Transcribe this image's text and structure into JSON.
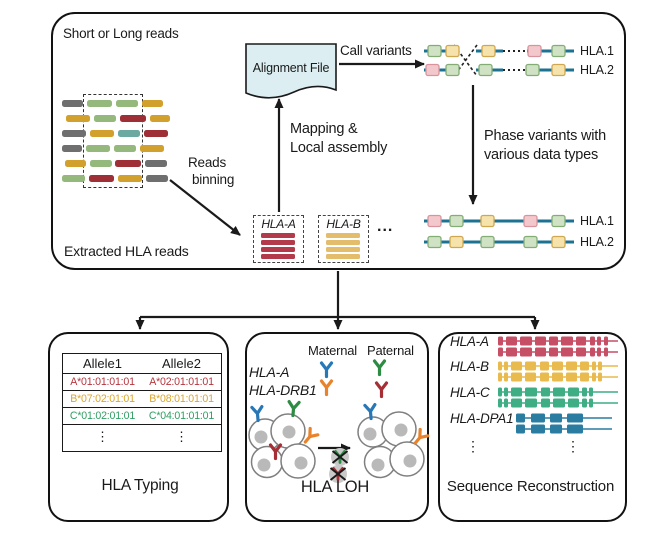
{
  "palette": {
    "ink": "#1a1a1a",
    "read_gray": "#6f6f6f",
    "read_green": "#95b87d",
    "read_gold": "#d2a02c",
    "read_crimson": "#9e2f36",
    "read_teal": "#6ca9a1",
    "hap_line": "#1e7291",
    "variant_green_fill": "#cfe2c3",
    "variant_green_stroke": "#84ad76",
    "variant_gold_fill": "#f6e3ac",
    "variant_gold_stroke": "#d0a751",
    "variant_pink_fill": "#f3c8cc",
    "variant_pink_stroke": "#d8939e",
    "doc_fill": "#dceef1",
    "bin_crimson": "#b23a4a",
    "bin_gold": "#e3bd6c",
    "seq_crimson": "#c64f66",
    "seq_gold": "#e9ba4d",
    "seq_green": "#3fae85",
    "seq_blue": "#2a7ca0",
    "ab_blue": "#2878b8",
    "ab_green": "#2e8b44",
    "ab_orange": "#e8822b",
    "ab_red": "#a52f34",
    "type_crimson": "#b5343c",
    "type_gold": "#d9a62e",
    "type_green": "#2f9e62",
    "cell_stroke": "#7f7f7f",
    "nucleus_gray": "#b9b9b9"
  },
  "icons": {
    "alignment_file": "document-icon",
    "antibody": "y-antibody-icon"
  },
  "top": {
    "title": "Short or Long reads",
    "alignment_file": "Alignment File",
    "call_variants": "Call variants",
    "mapping_line1": "Mapping &",
    "mapping_line2": "Local assembly",
    "binning_line1": "Reads",
    "binning_line2": "binning",
    "phase_line1": "Phase variants with",
    "phase_line2": "various data types",
    "extracted_label": "Extracted HLA reads",
    "bins_ellipsis": "...",
    "reads": [
      [
        "gray",
        "green",
        "green",
        "gold"
      ],
      [
        "gold",
        "green",
        "crimson",
        "gold"
      ],
      [
        "gray",
        "gold",
        "teal",
        "crimson"
      ],
      [
        "gray",
        "green",
        "green",
        "gold"
      ],
      [
        "gold",
        "green",
        "crimson",
        "gray"
      ],
      [
        "green",
        "crimson",
        "gold",
        "gray"
      ]
    ],
    "bins": [
      {
        "label": "HLA-A",
        "color": "bin_crimson"
      },
      {
        "label": "HLA-B",
        "color": "bin_gold"
      }
    ],
    "unphased": {
      "hap1": {
        "label": "HLA.1",
        "boxes": [
          "green",
          "gold",
          "gold",
          "pink",
          "green"
        ]
      },
      "hap2": {
        "label": "HLA.2",
        "boxes": [
          "pink",
          "green",
          "green",
          "green",
          "gold"
        ]
      }
    },
    "phased": {
      "hap1": {
        "label": "HLA.1",
        "boxes": [
          "pink",
          "green",
          "gold",
          "pink",
          "green"
        ]
      },
      "hap2": {
        "label": "HLA.2",
        "boxes": [
          "green",
          "gold",
          "green",
          "green",
          "gold"
        ]
      }
    }
  },
  "typing": {
    "headers": [
      "Allele1",
      "Allele2"
    ],
    "rows": [
      {
        "color": "type_crimson",
        "allele1": "A*01:01:01:01",
        "allele2": "A*02:01:01:01"
      },
      {
        "color": "type_gold",
        "allele1": "B*07:02:01:01",
        "allele2": "B*08:01:01:01"
      },
      {
        "color": "type_green",
        "allele1": "C*01:02:01:01",
        "allele2": "C*04:01:01:01"
      }
    ],
    "ellipsis": "⋮",
    "label": "HLA Typing"
  },
  "loh": {
    "maternal": "Maternal",
    "paternal": "Paternal",
    "genes": [
      {
        "label": "HLA-A",
        "maternal": "ab_blue",
        "paternal": "ab_green"
      },
      {
        "label": "HLA-DRB1",
        "maternal": "ab_orange",
        "paternal": "ab_red"
      }
    ],
    "lost": [
      "ab_green",
      "ab_red"
    ],
    "label": "HLA LOH"
  },
  "recon": {
    "genes": [
      {
        "label": "HLA-A",
        "color": "seq_crimson"
      },
      {
        "label": "HLA-B",
        "color": "seq_gold"
      },
      {
        "label": "HLA-C",
        "color": "seq_green"
      },
      {
        "label": "HLA-DPA1",
        "color": "seq_blue"
      }
    ],
    "ellipsis": "⋮",
    "label": "Sequence Reconstruction"
  }
}
